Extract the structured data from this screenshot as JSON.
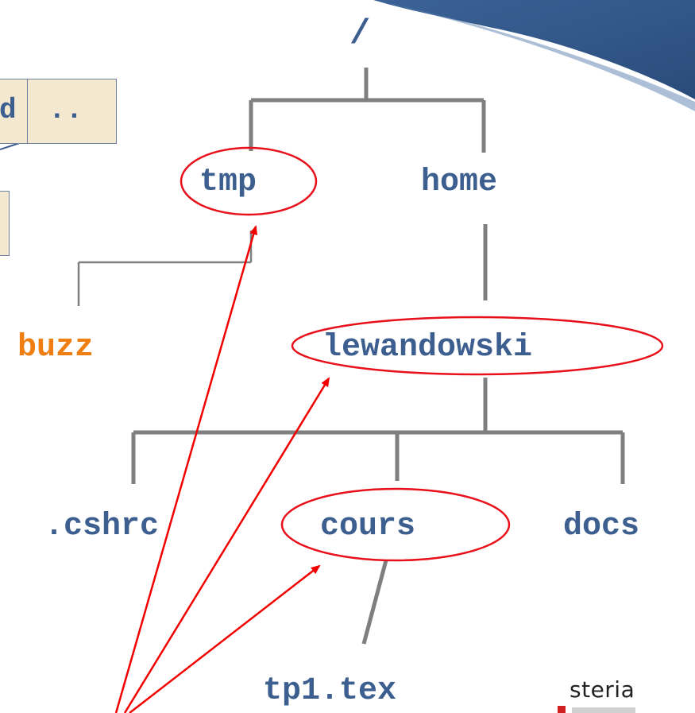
{
  "root": {
    "label": "/"
  },
  "nodes": {
    "tmp": "tmp",
    "home": "home",
    "buzz": "buzz",
    "lewandowski": "lewandowski",
    "cshrc": ".cshrc",
    "cours": "cours",
    "docs": "docs",
    "tp1": "tp1.tex"
  },
  "command_boxes": {
    "partial_letter": "d",
    "parent_dir": ".."
  },
  "logo": {
    "text": "steria"
  },
  "colors": {
    "node_text": "#3d5f8f",
    "highlight_node_text": "#f07f13",
    "tree_line": "#7f7f7f",
    "highlight_ellipse": "#e8101a",
    "arrow": "#f20000",
    "banner": "#2f5687",
    "command_box_fill": "#f4e9d0"
  }
}
